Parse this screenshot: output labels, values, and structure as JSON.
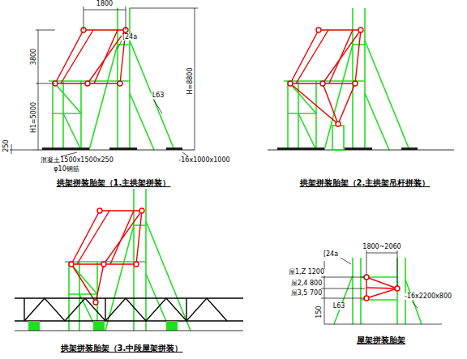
{
  "diagram": {
    "labels": [
      "1800",
      "[24a",
      "3800",
      "H1=5000",
      "H=8800",
      "L63",
      "250",
      "混凝土1500x1500x250",
      "φ10钢筋",
      "-16x1000x1000",
      "拱架拼装胎架（1.主拱架拼装）",
      "拱架拼装胎架（2.主拱架吊杆拼装）",
      "拱架拼装胎架（3.中段屋架拼装）",
      "[24a",
      "1800~2060",
      "屋1,Z 1200",
      "屋2,4 800",
      "屋3,5 700",
      "150",
      "L63",
      "-16x2200x800",
      "屋架拼装胎架"
    ]
  }
}
